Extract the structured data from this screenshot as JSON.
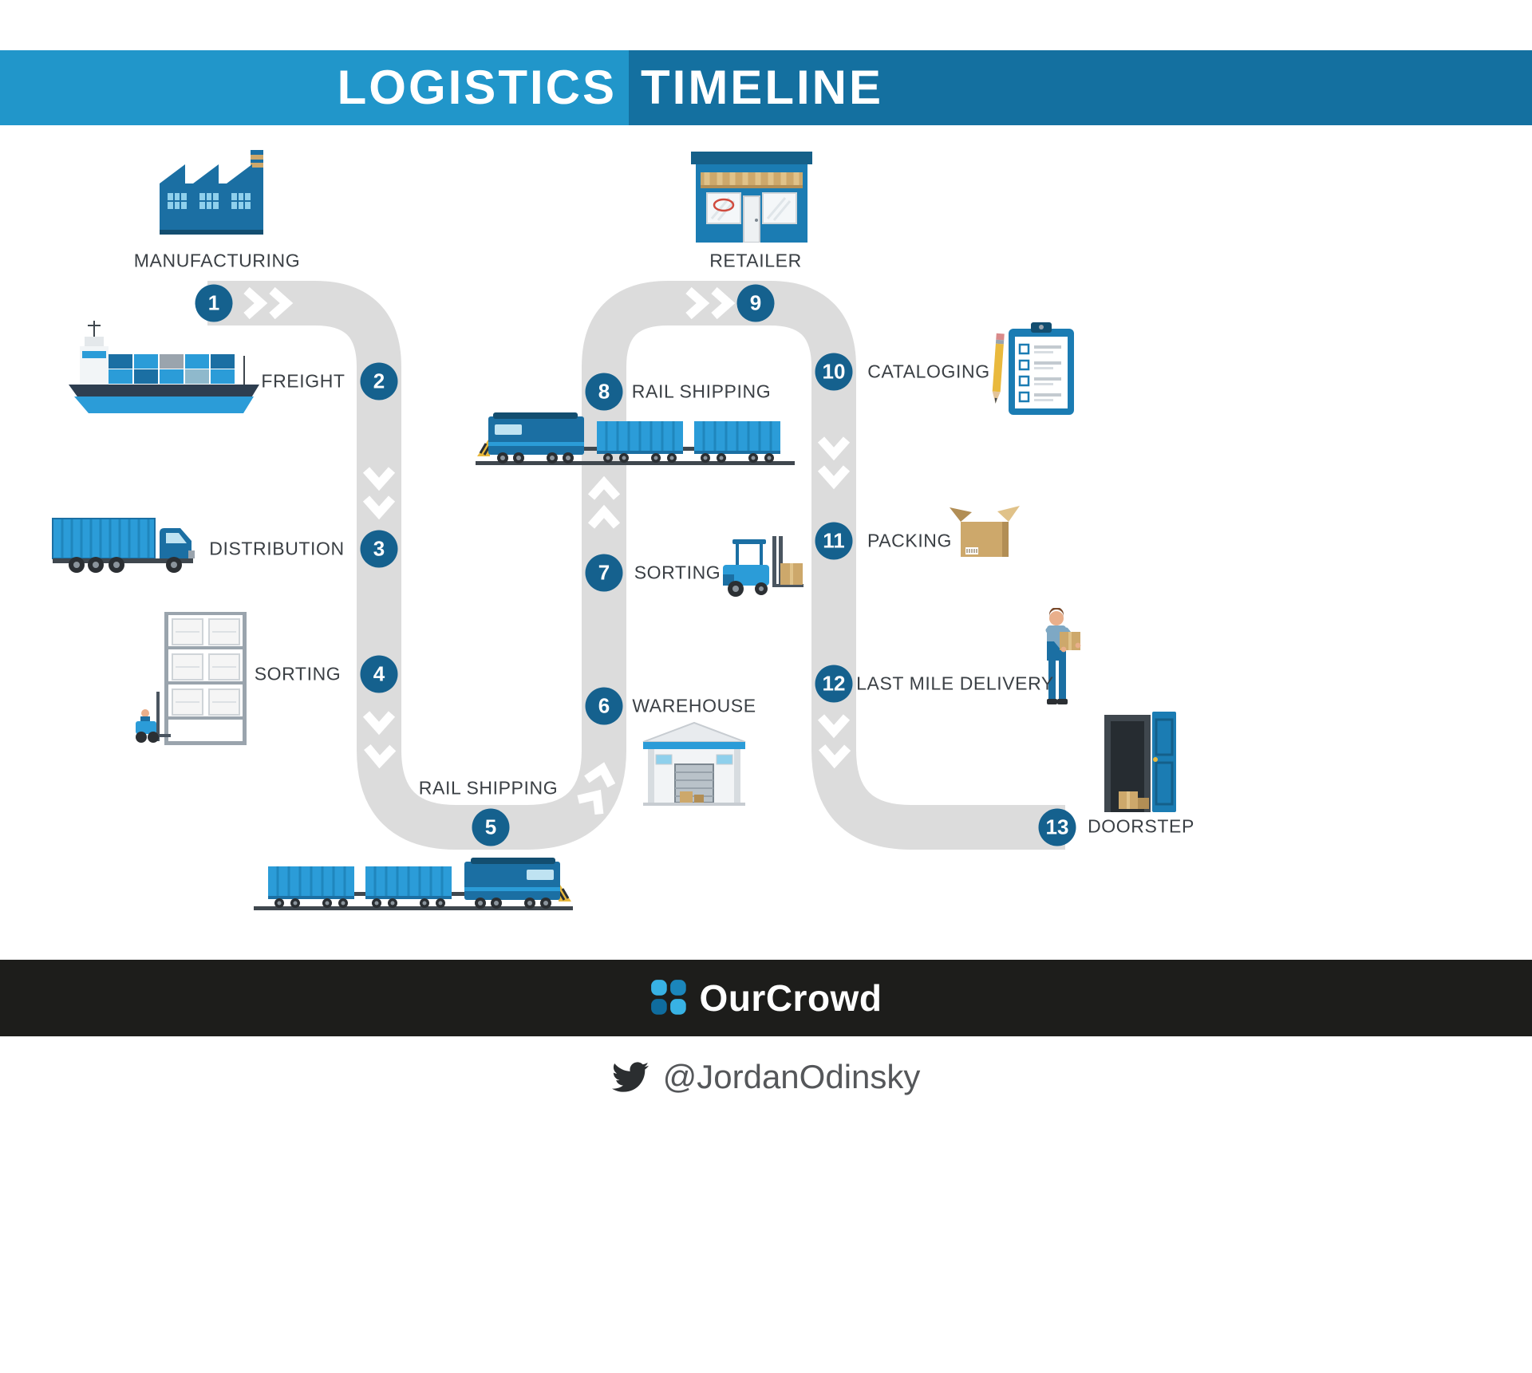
{
  "header": {
    "title_part1": "LOGISTICS",
    "title_part2": "TIMELINE"
  },
  "steps": [
    {
      "number": "1",
      "label": "MANUFACTURING",
      "icon": "factory-icon"
    },
    {
      "number": "2",
      "label": "FREIGHT",
      "icon": "cargo-ship-icon"
    },
    {
      "number": "3",
      "label": "DISTRIBUTION",
      "icon": "truck-icon"
    },
    {
      "number": "4",
      "label": "SORTING",
      "icon": "rack-forklift-icon"
    },
    {
      "number": "5",
      "label": "RAIL SHIPPING",
      "icon": "freight-train-icon"
    },
    {
      "number": "6",
      "label": "WAREHOUSE",
      "icon": "warehouse-icon"
    },
    {
      "number": "7",
      "label": "SORTING",
      "icon": "forklift-icon"
    },
    {
      "number": "8",
      "label": "RAIL SHIPPING",
      "icon": "freight-train-icon"
    },
    {
      "number": "9",
      "label": "RETAILER",
      "icon": "storefront-icon"
    },
    {
      "number": "10",
      "label": "CATALOGING",
      "icon": "clipboard-checklist-icon"
    },
    {
      "number": "11",
      "label": "PACKING",
      "icon": "cardboard-box-icon"
    },
    {
      "number": "12",
      "label": "LAST MILE DELIVERY",
      "icon": "delivery-person-icon"
    },
    {
      "number": "13",
      "label": "DOORSTEP",
      "icon": "doorstep-package-icon"
    }
  ],
  "footer": {
    "brand": "OurCrowd",
    "twitter_handle": "@JordanOdinsky"
  },
  "colors": {
    "band_light": "#2196ca",
    "band_dark": "#1470a0",
    "path_gray": "#dcdcdc",
    "step_circle": "#15618e",
    "footer_bg": "#1d1d1b",
    "accent_blue": "#2b9cd8",
    "tan": "#cda86b"
  }
}
